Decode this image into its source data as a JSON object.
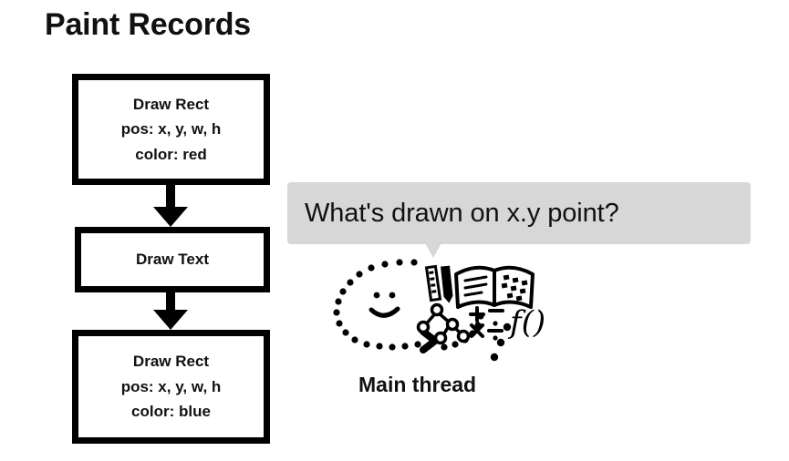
{
  "slide": {
    "title": "Paint Records",
    "background_color": "#ffffff",
    "ink_color": "#111111"
  },
  "records": {
    "boxes": [
      {
        "name": "draw-rect-red",
        "lines": [
          "Draw Rect",
          "pos: x, y, w, h",
          "color: red"
        ]
      },
      {
        "name": "draw-text",
        "lines": [
          "Draw Text"
        ]
      },
      {
        "name": "draw-rect-blue",
        "lines": [
          "Draw Rect",
          "pos: x, y, w, h",
          "color: blue"
        ]
      }
    ],
    "arrow_icon": "down-arrow-icon"
  },
  "question": {
    "bubble_text": "What's drawn on x.y point?",
    "bubble_color": "#d7d7d7",
    "tail_icon": "speech-tail-icon"
  },
  "illustration": {
    "caption": "Main thread",
    "icons": [
      "smiley-face-icon",
      "dotted-oval-icon",
      "chevron-arrow-icon",
      "ruler-icon",
      "pencil-icon",
      "open-book-icon",
      "node-tree-icon",
      "math-symbols-icon",
      "function-notation-icon"
    ],
    "math_symbols": [
      "+",
      "−",
      "×",
      "÷"
    ],
    "function_label": "f()"
  }
}
